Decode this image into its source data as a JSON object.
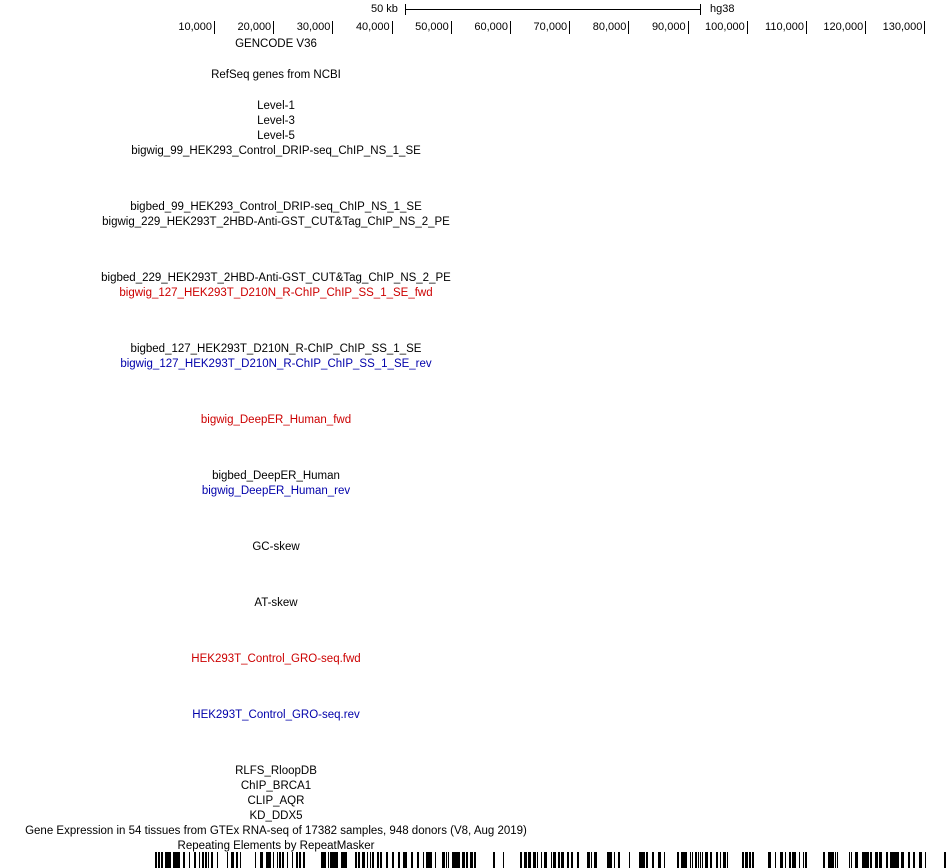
{
  "scale": {
    "label": "50 kb",
    "assembly": "hg38"
  },
  "ruler": {
    "ticks": [
      "10,000",
      "20,000",
      "30,000",
      "40,000",
      "50,000",
      "60,000",
      "70,000",
      "80,000",
      "90,000",
      "100,000",
      "110,000",
      "120,000",
      "130,000"
    ]
  },
  "tracks": [
    {
      "label": "GENCODE V36",
      "color": "#000000"
    },
    {
      "label": "RefSeq genes from NCBI",
      "color": "#000000"
    },
    {
      "label": "Level-1",
      "color": "#000000"
    },
    {
      "label": "Level-3",
      "color": "#000000"
    },
    {
      "label": "Level-5",
      "color": "#000000"
    },
    {
      "label": "bigwig_99_HEK293_Control_DRIP-seq_ChIP_NS_1_SE",
      "color": "#000000"
    },
    {
      "label": "bigbed_99_HEK293_Control_DRIP-seq_ChIP_NS_1_SE",
      "color": "#000000"
    },
    {
      "label": "bigwig_229_HEK293T_2HBD-Anti-GST_CUT&Tag_ChIP_NS_2_PE",
      "color": "#000000"
    },
    {
      "label": "bigbed_229_HEK293T_2HBD-Anti-GST_CUT&Tag_ChIP_NS_2_PE",
      "color": "#000000"
    },
    {
      "label": "bigwig_127_HEK293T_D210N_R-ChIP_ChIP_SS_1_SE_fwd",
      "color": "#cc0000"
    },
    {
      "label": "bigbed_127_HEK293T_D210N_R-ChIP_ChIP_SS_1_SE",
      "color": "#000000"
    },
    {
      "label": "bigwig_127_HEK293T_D210N_R-ChIP_ChIP_SS_1_SE_rev",
      "color": "#0000aa"
    },
    {
      "label": "bigwig_DeepER_Human_fwd",
      "color": "#cc0000"
    },
    {
      "label": "bigbed_DeepER_Human",
      "color": "#000000"
    },
    {
      "label": "bigwig_DeepER_Human_rev",
      "color": "#0000aa"
    },
    {
      "label": "GC-skew",
      "color": "#000000"
    },
    {
      "label": "AT-skew",
      "color": "#000000"
    },
    {
      "label": "HEK293T_Control_GRO-seq.fwd",
      "color": "#cc0000"
    },
    {
      "label": "HEK293T_Control_GRO-seq.rev",
      "color": "#0000aa"
    },
    {
      "label": "RLFS_RloopDB",
      "color": "#000000"
    },
    {
      "label": "ChIP_BRCA1",
      "color": "#000000"
    },
    {
      "label": "CLIP_AQR",
      "color": "#000000"
    },
    {
      "label": "KD_DDX5",
      "color": "#000000"
    },
    {
      "label": "Gene Expression in 54 tissues from GTEx RNA-seq of 17382 samples, 948 donors (V8, Aug 2019)",
      "color": "#000000"
    },
    {
      "label": "Repeating Elements by RepeatMasker",
      "color": "#000000"
    }
  ]
}
